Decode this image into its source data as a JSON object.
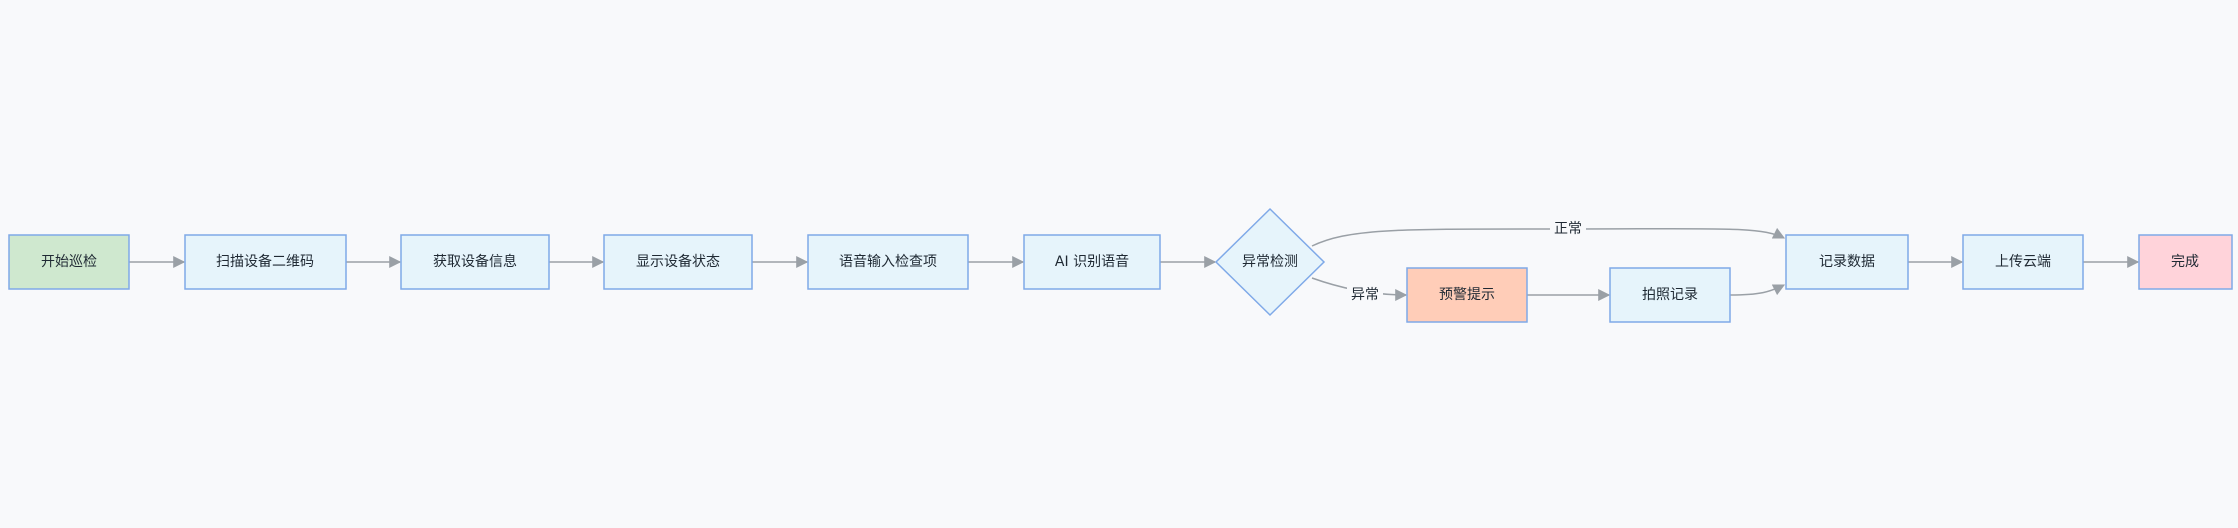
{
  "diagram": {
    "nodes": {
      "start": {
        "label": "开始巡检",
        "fill": "#cfe8cf",
        "stroke": "#7fa9e8"
      },
      "scan": {
        "label": "扫描设备二维码",
        "fill": "#e6f4fb",
        "stroke": "#7fa9e8"
      },
      "fetch": {
        "label": "获取设备信息",
        "fill": "#e6f4fb",
        "stroke": "#7fa9e8"
      },
      "show": {
        "label": "显示设备状态",
        "fill": "#e6f4fb",
        "stroke": "#7fa9e8"
      },
      "voice": {
        "label": "语音输入检查项",
        "fill": "#e6f4fb",
        "stroke": "#7fa9e8"
      },
      "ai": {
        "label": "AI 识别语音",
        "fill": "#e6f4fb",
        "stroke": "#7fa9e8"
      },
      "detect": {
        "label": "异常检测",
        "fill": "#e6f4fb",
        "stroke": "#7fa9e8"
      },
      "warn": {
        "label": "预警提示",
        "fill": "#ffcdb8",
        "stroke": "#7fa9e8"
      },
      "photo": {
        "label": "拍照记录",
        "fill": "#e6f4fb",
        "stroke": "#7fa9e8"
      },
      "record": {
        "label": "记录数据",
        "fill": "#e6f4fb",
        "stroke": "#7fa9e8"
      },
      "upload": {
        "label": "上传云端",
        "fill": "#e6f4fb",
        "stroke": "#7fa9e8"
      },
      "done": {
        "label": "完成",
        "fill": "#ffd3da",
        "stroke": "#7fa9e8"
      }
    },
    "edge_labels": {
      "normal": "正常",
      "abnormal": "异常"
    },
    "edge_color": "#9aa0a6"
  }
}
